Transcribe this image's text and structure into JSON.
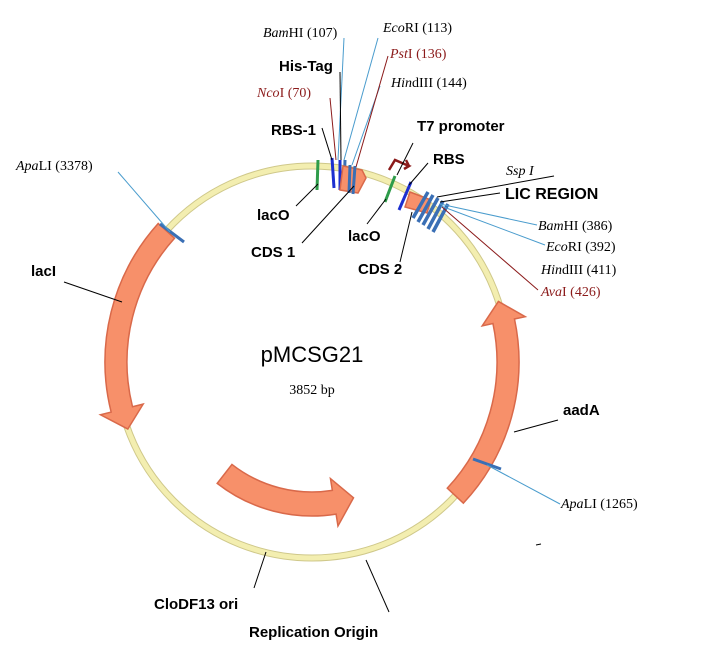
{
  "plasmid": {
    "name": "pMCSG21",
    "size": "3852 bp"
  },
  "colors": {
    "backbone": "#f3eeb0",
    "backbone_outline": "#cfc88a",
    "feature_fill": "#f7906a",
    "feature_stroke": "#d9694a",
    "site_black": "#000000",
    "site_red": "#8b1a1a",
    "line_blue": "#4a9ccd",
    "line_red": "#8b1a1a",
    "line_black": "#000000",
    "lac_green": "#2e9c4a",
    "rbs_blue": "#1c2fd0",
    "cds_blue": "#3a6fb5",
    "promoter": "#8b1a1a"
  },
  "features": [
    {
      "id": "lacI",
      "label": "lacI"
    },
    {
      "id": "aadA",
      "label": "aadA"
    },
    {
      "id": "clodf13",
      "label": "CloDF13 ori"
    },
    {
      "id": "rep-origin",
      "label": "Replication Origin"
    },
    {
      "id": "his-tag",
      "label": "His-Tag"
    },
    {
      "id": "rbs-1",
      "label": "RBS-1"
    },
    {
      "id": "laco-1",
      "label": "lacO"
    },
    {
      "id": "cds-1",
      "label": "CDS 1"
    },
    {
      "id": "t7-promoter",
      "label": "T7 promoter"
    },
    {
      "id": "rbs",
      "label": "RBS"
    },
    {
      "id": "laco-2",
      "label": "lacO"
    },
    {
      "id": "cds-2",
      "label": "CDS 2"
    },
    {
      "id": "lic-region",
      "label": "LIC REGION"
    }
  ],
  "sites": [
    {
      "id": "bamhi-107",
      "enzyme_italic": "Bam",
      "enzyme_rest": "HI",
      "position": "(107)",
      "color": "black"
    },
    {
      "id": "ecori-113",
      "enzyme_italic": "Eco",
      "enzyme_rest": "RI",
      "position": "(113)",
      "color": "black"
    },
    {
      "id": "psti-136",
      "enzyme_italic": "Pst",
      "enzyme_rest": "I",
      "position": "(136)",
      "color": "red"
    },
    {
      "id": "hindiii-144",
      "enzyme_italic": "Hin",
      "enzyme_rest": "dIII",
      "position": "(144)",
      "color": "black"
    },
    {
      "id": "ncoi-70",
      "enzyme_italic": "Nco",
      "enzyme_rest": "I",
      "position": "(70)",
      "color": "red"
    },
    {
      "id": "apali-3378",
      "enzyme_italic": "Apa",
      "enzyme_rest": "LI",
      "position": "(3378)",
      "color": "black"
    },
    {
      "id": "sspi",
      "enzyme_italic": "Ssp I",
      "enzyme_rest": "",
      "position": "",
      "color": "black"
    },
    {
      "id": "bamhi-386",
      "enzyme_italic": "Bam",
      "enzyme_rest": "HI",
      "position": "(386)",
      "color": "black"
    },
    {
      "id": "ecori-392",
      "enzyme_italic": "Eco",
      "enzyme_rest": "RI",
      "position": "(392)",
      "color": "black"
    },
    {
      "id": "hindiii-411",
      "enzyme_italic": "Hin",
      "enzyme_rest": "dIII",
      "position": "(411)",
      "color": "black"
    },
    {
      "id": "avai-426",
      "enzyme_italic": "Ava",
      "enzyme_rest": "I",
      "position": "(426)",
      "color": "red"
    },
    {
      "id": "apali-1265",
      "enzyme_italic": "Apa",
      "enzyme_rest": "LI",
      "position": "(1265)",
      "color": "black"
    }
  ]
}
